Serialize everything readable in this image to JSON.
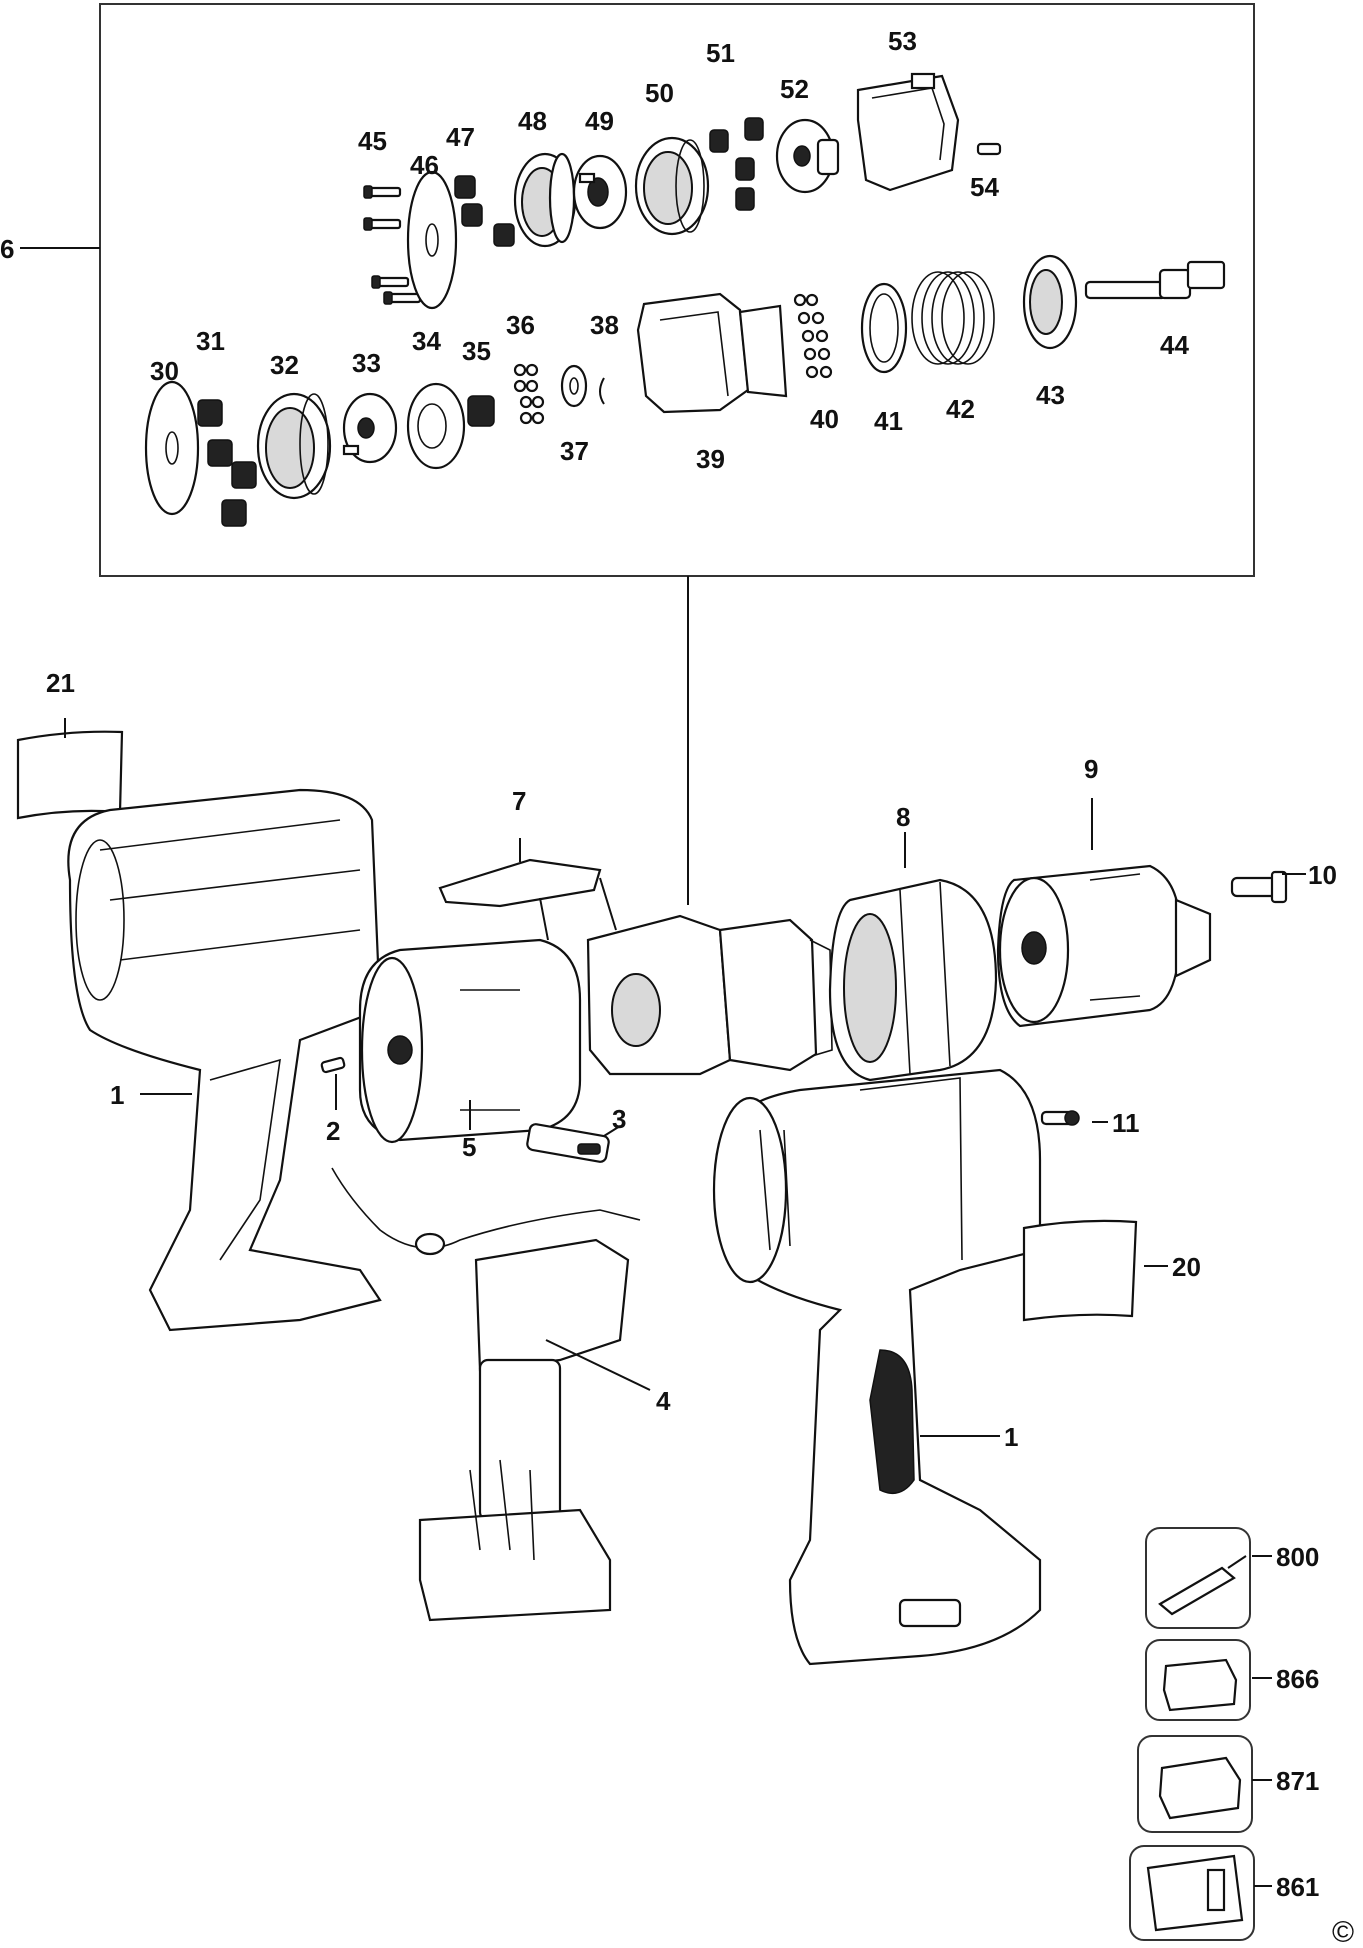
{
  "copyright_symbol": "©",
  "labels": {
    "p1a": "1",
    "p1b": "1",
    "p2": "2",
    "p3": "3",
    "p4": "4",
    "p5": "5",
    "p6": "6",
    "p7": "7",
    "p8": "8",
    "p9": "9",
    "p10": "10",
    "p11": "11",
    "p20": "20",
    "p21": "21",
    "p30": "30",
    "p31": "31",
    "p32": "32",
    "p33": "33",
    "p34": "34",
    "p35": "35",
    "p36": "36",
    "p37": "37",
    "p38": "38",
    "p39": "39",
    "p40": "40",
    "p41": "41",
    "p42": "42",
    "p43": "43",
    "p44": "44",
    "p45": "45",
    "p46": "46",
    "p47": "47",
    "p48": "48",
    "p49": "49",
    "p50": "50",
    "p51": "51",
    "p52": "52",
    "p53": "53",
    "p54": "54",
    "p800": "800",
    "p866": "866",
    "p871": "871",
    "p861": "861"
  }
}
